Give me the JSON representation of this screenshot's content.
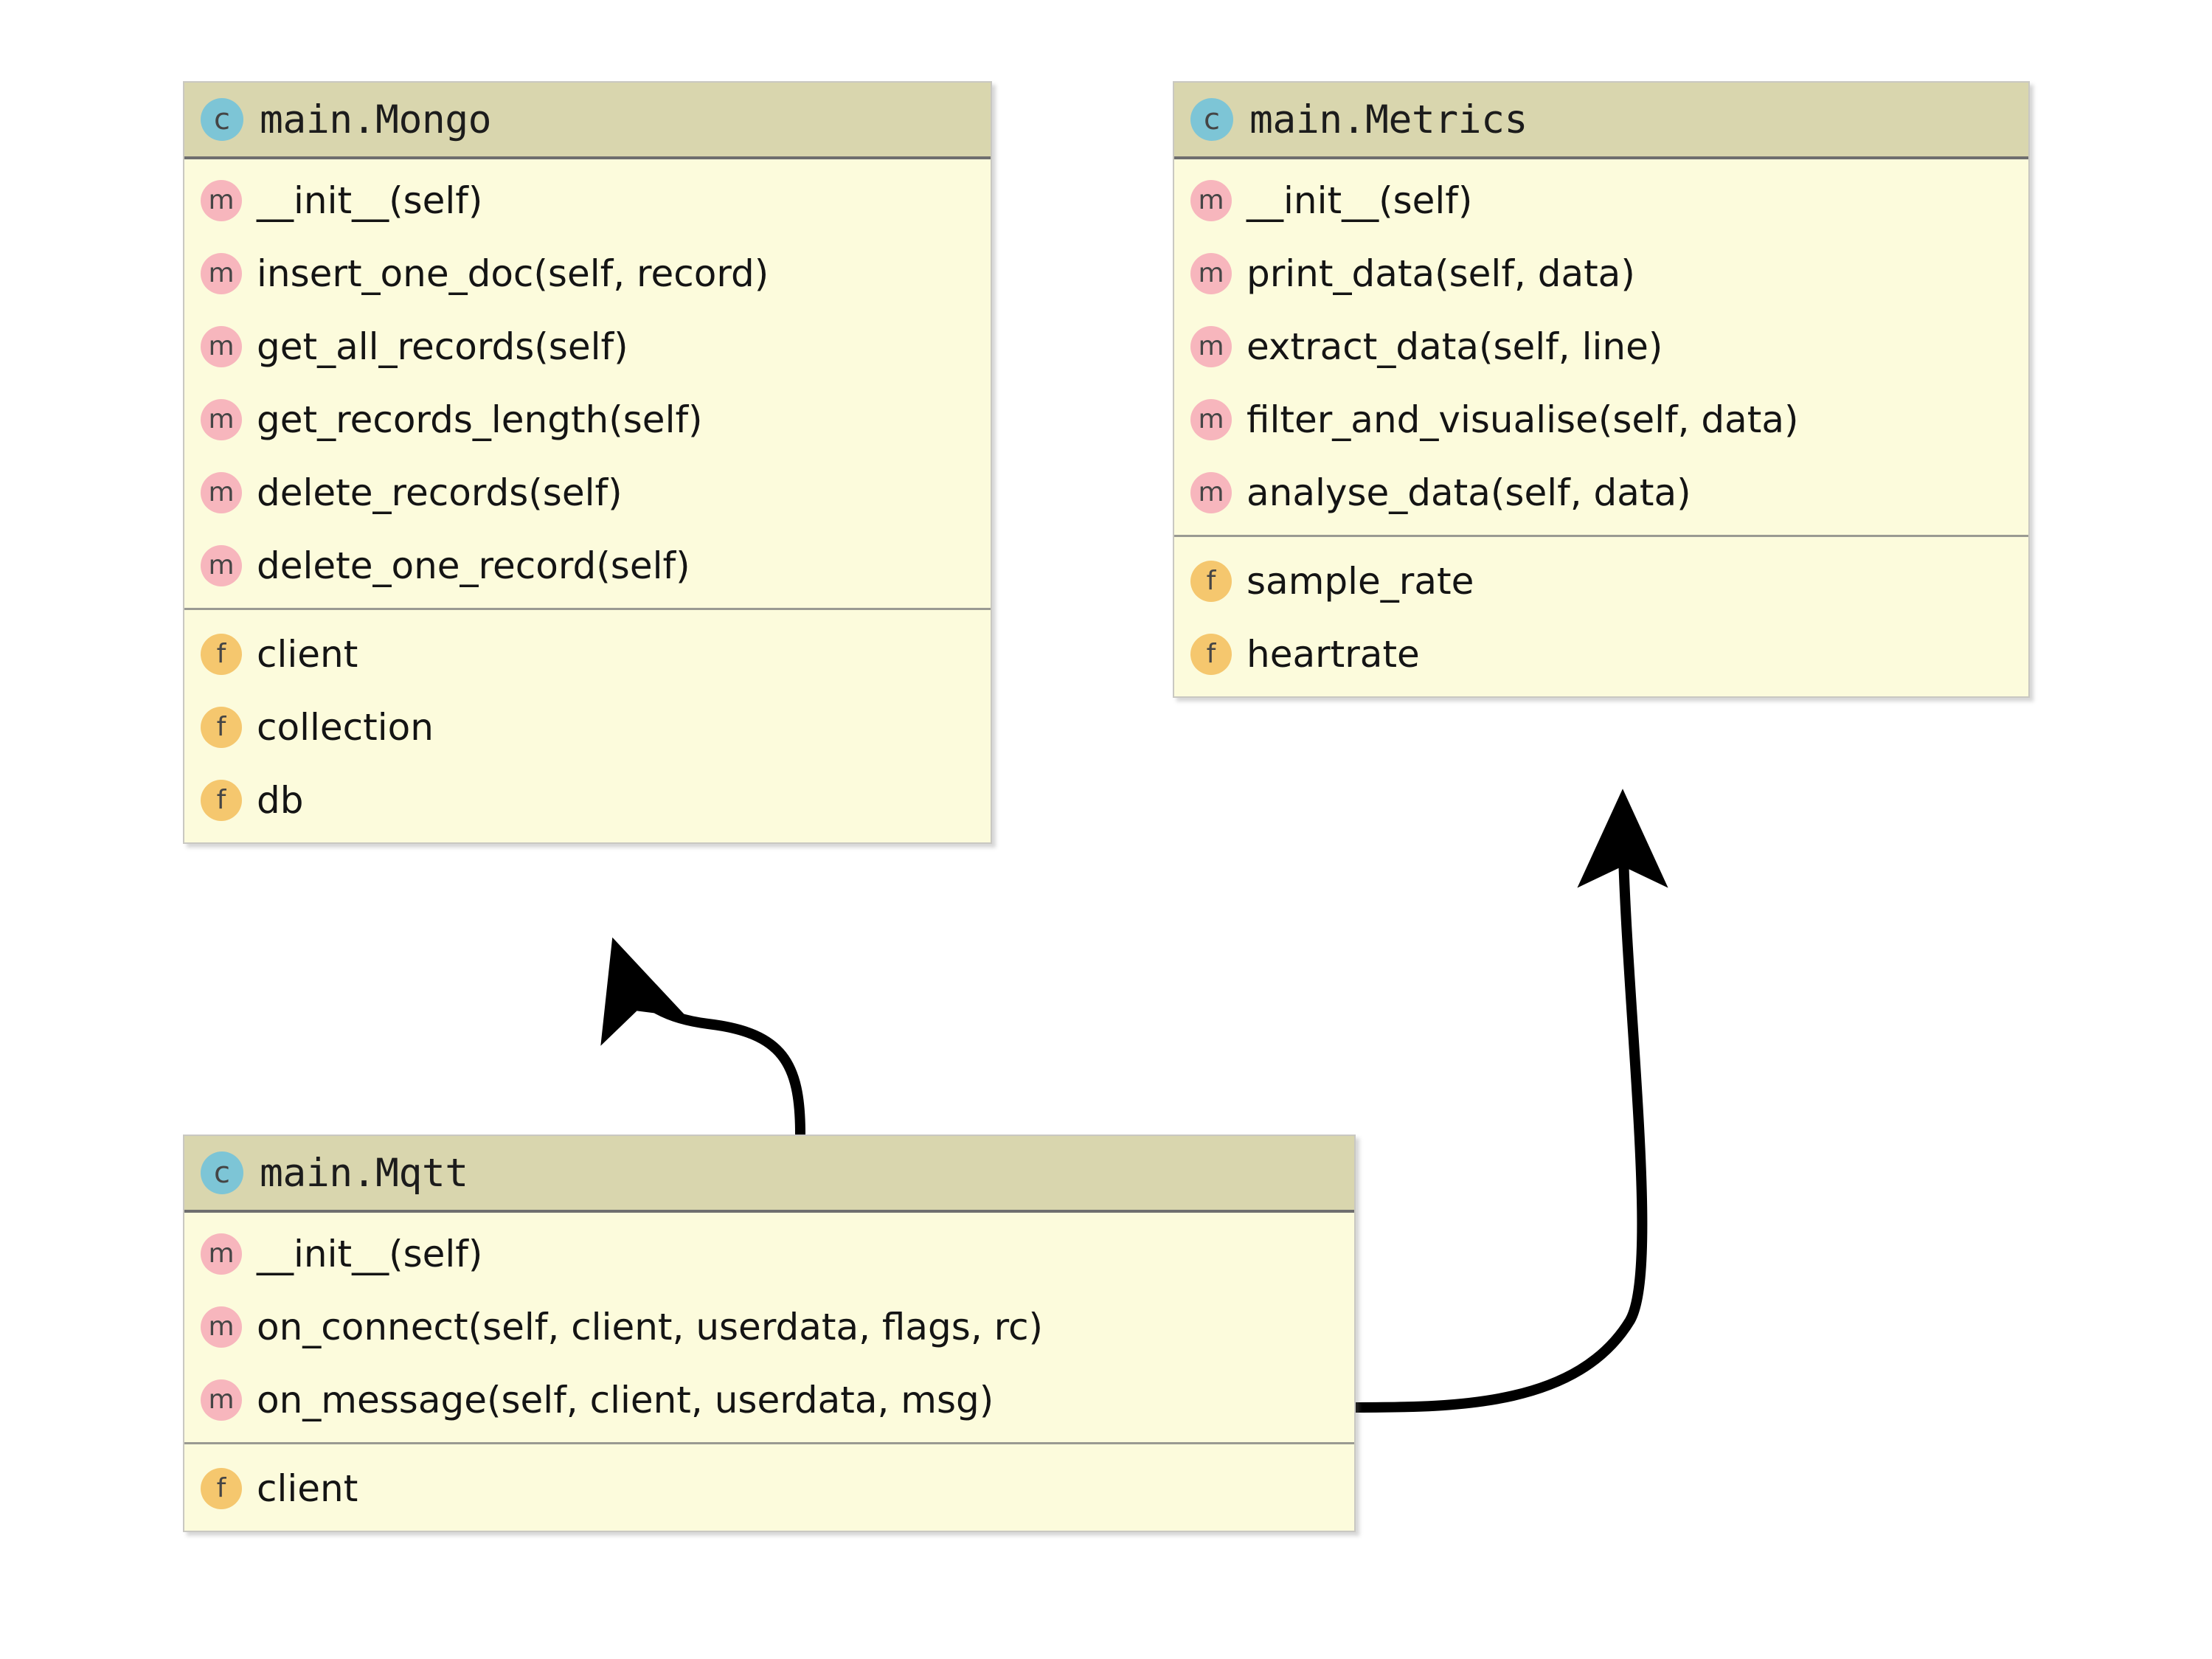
{
  "diagram": {
    "type": "uml-class-diagram",
    "background_color": "#ffffff",
    "palette": {
      "header_fill": "#d9d6ae",
      "body_fill": "#fcfbdc",
      "border": "#c9c8c2",
      "header_rule": "#6e6e6e",
      "section_rule": "#9a9a92",
      "class_badge": "#7dc5d6",
      "method_badge": "#f7b6bd",
      "field_badge": "#f5c76e",
      "connector": "#000000"
    },
    "icons": {
      "class": "c",
      "method": "m",
      "field": "f"
    },
    "classes": [
      {
        "id": "mongo",
        "name": "main.Mongo",
        "methods": [
          "__init__(self)",
          "insert_one_doc(self, record)",
          "get_all_records(self)",
          "get_records_length(self)",
          "delete_records(self)",
          "delete_one_record(self)"
        ],
        "fields": [
          "client",
          "collection",
          "db"
        ]
      },
      {
        "id": "metrics",
        "name": "main.Metrics",
        "methods": [
          "__init__(self)",
          "print_data(self, data)",
          "extract_data(self, line)",
          "filter_and_visualise(self, data)",
          "analyse_data(self, data)"
        ],
        "fields": [
          "sample_rate",
          "heartrate"
        ]
      },
      {
        "id": "mqtt",
        "name": "main.Mqtt",
        "methods": [
          "__init__(self)",
          "on_connect(self, client, userdata, flags, rc)",
          "on_message(self, client, userdata, msg)"
        ],
        "fields": [
          "client"
        ]
      }
    ],
    "relationships": [
      {
        "from": "mqtt",
        "to": "mongo",
        "style": "curved-arrow",
        "arrowhead": "solid"
      },
      {
        "from": "mqtt",
        "to": "metrics",
        "style": "curved-arrow",
        "arrowhead": "solid"
      }
    ]
  }
}
